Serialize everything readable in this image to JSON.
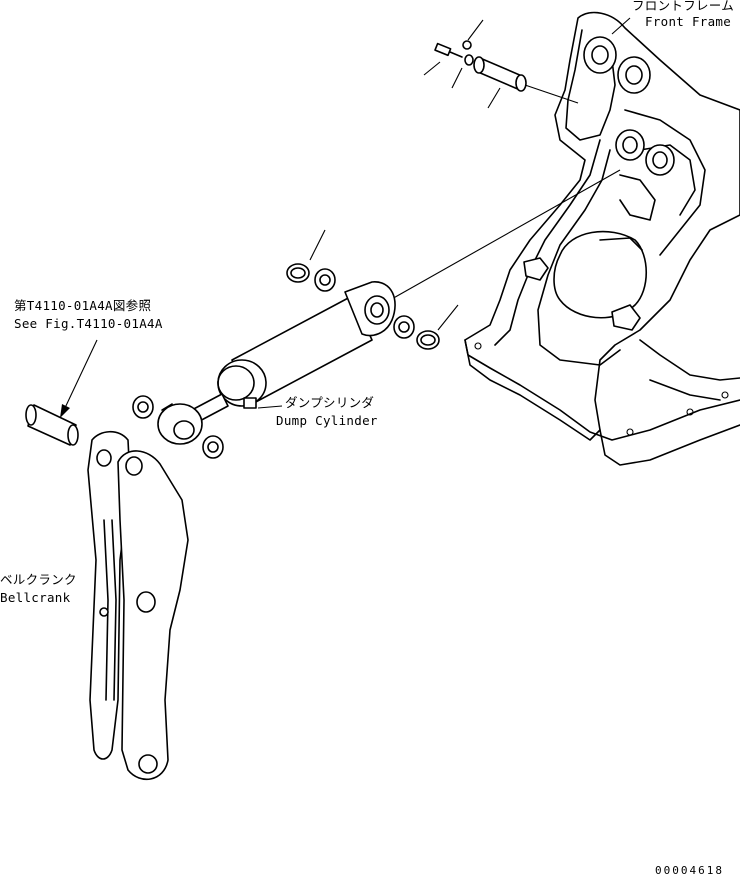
{
  "labels": {
    "front_frame": {
      "jp": "フロントフレーム",
      "en": "Front Frame"
    },
    "dump_cylinder": {
      "jp": "ダンプシリンダ",
      "en": "Dump Cylinder"
    },
    "bellcrank": {
      "jp": "ベルクランク",
      "en": "Bellcrank"
    },
    "see_fig": {
      "jp": "第T4110-01A4A図参照",
      "en": "See Fig.T4110-01A4A"
    }
  },
  "drawing_number": "00004618"
}
